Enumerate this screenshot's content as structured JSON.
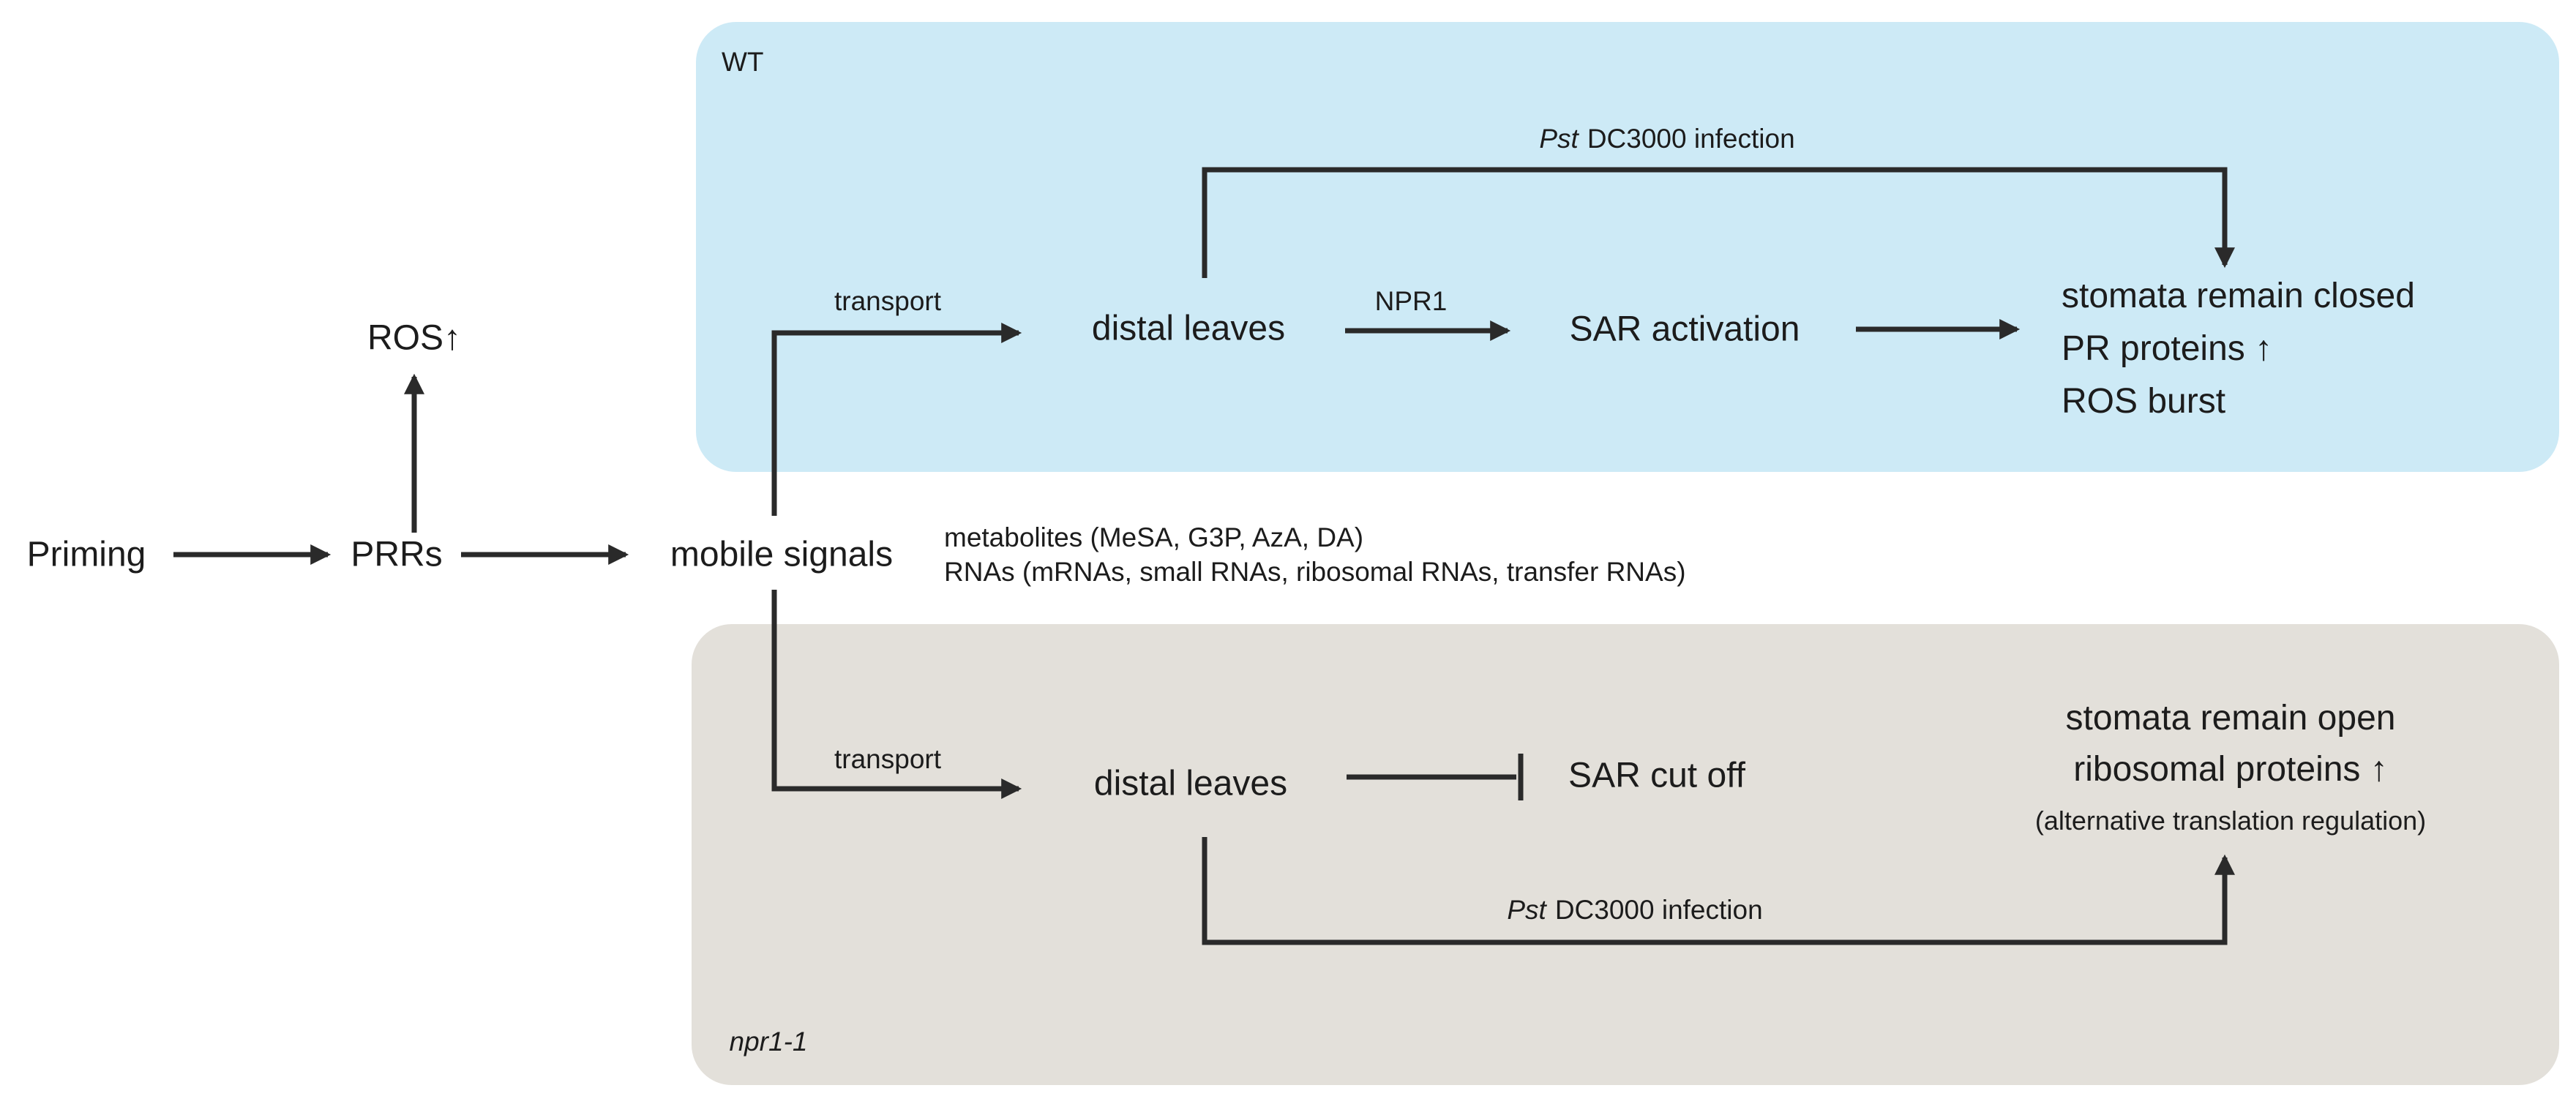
{
  "diagram": {
    "colors": {
      "wt_box_bg": "#cdeaf6",
      "npr1_box_bg": "#e3e0da",
      "arrow": "#2a2a2a",
      "text": "#1c1c1c"
    },
    "left_pathway": {
      "priming": "Priming",
      "prrs": "PRRs",
      "ros_up": "ROS↑",
      "mobile_signals": "mobile signals",
      "metabolites": "metabolites (MeSA, G3P, AzA, DA)",
      "rnas": "RNAs (mRNAs, small RNAs, ribosomal RNAs, transfer RNAs)"
    },
    "wt_box": {
      "label": "WT",
      "transport": "transport",
      "distal_leaves": "distal leaves",
      "npr1": "NPR1",
      "sar_activation": "SAR activation",
      "infection_pst": "Pst",
      "infection_rest": "DC3000 infection",
      "outcomes": [
        "stomata remain closed",
        "PR proteins ↑",
        "ROS burst"
      ]
    },
    "npr1_box": {
      "label": "npr1-1",
      "transport": "transport",
      "distal_leaves": "distal leaves",
      "sar_cut_off": "SAR cut off",
      "infection_pst": "Pst",
      "infection_rest": "DC3000 infection",
      "outcomes": [
        "stomata remain open",
        "ribosomal proteins ↑",
        "(alternative translation regulation)"
      ]
    }
  }
}
